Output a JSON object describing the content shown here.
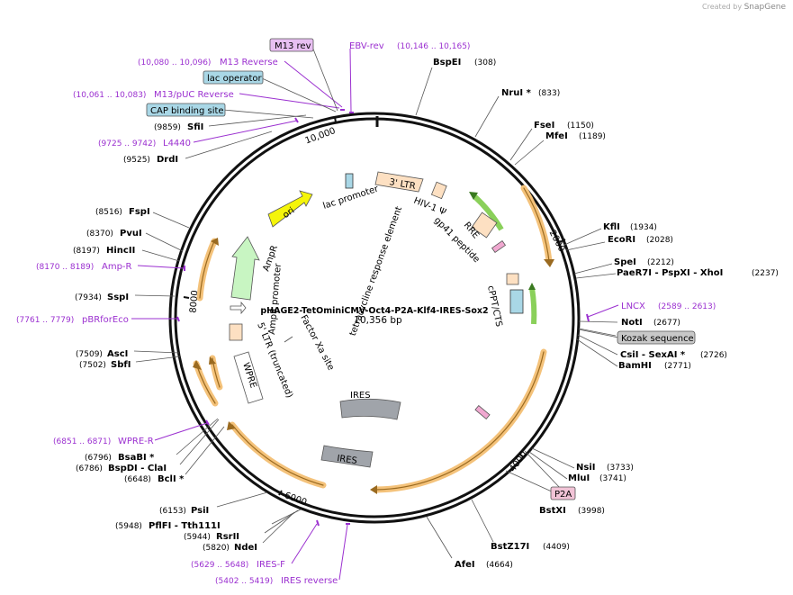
{
  "credit": {
    "created_by": "Created by",
    "brand": "SnapGene"
  },
  "plasmid": {
    "name": "pHAGE2-TetOminiCMV-Oct4-P2A-Klf4-IRES-Sox2",
    "size": "10,356 bp",
    "length_bp": 10356
  },
  "ticks": [
    "2000",
    "4000",
    "6000",
    "8000",
    "10,000"
  ],
  "sites": [
    {
      "name": "BspEI",
      "pos": "(308)",
      "bp": 308
    },
    {
      "name": "NruI *",
      "pos": "(833)",
      "bp": 833
    },
    {
      "name": "FseI",
      "pos": "(1150)",
      "bp": 1150
    },
    {
      "name": "MfeI",
      "pos": "(1189)",
      "bp": 1189
    },
    {
      "name": "KflI",
      "pos": "(1934)",
      "bp": 1934
    },
    {
      "name": "EcoRI",
      "pos": "(2028)",
      "bp": 2028
    },
    {
      "name": "SpeI",
      "pos": "(2212)",
      "bp": 2212
    },
    {
      "name": "PaeR7I - PspXI - XhoI",
      "pos": "(2237)",
      "bp": 2237
    },
    {
      "name": "NotI",
      "pos": "(2677)",
      "bp": 2677
    },
    {
      "name": "CsiI - SexAI *",
      "pos": "(2726)",
      "bp": 2726
    },
    {
      "name": "BamHI",
      "pos": "(2771)",
      "bp": 2771
    },
    {
      "name": "NsiI",
      "pos": "(3733)",
      "bp": 3733
    },
    {
      "name": "MluI",
      "pos": "(3741)",
      "bp": 3741
    },
    {
      "name": "BstXI",
      "pos": "(3998)",
      "bp": 3998
    },
    {
      "name": "BstZ17I",
      "pos": "(4409)",
      "bp": 4409
    },
    {
      "name": "AfeI",
      "pos": "(4664)",
      "bp": 4664
    },
    {
      "name": "NdeI",
      "pos": "(5820)",
      "bp": 5820
    },
    {
      "name": "RsrII",
      "pos": "(5944)",
      "bp": 5944
    },
    {
      "name": "PflFI - Tth111I",
      "pos": "(5948)",
      "bp": 5948
    },
    {
      "name": "PsiI",
      "pos": "(6153)",
      "bp": 6153
    },
    {
      "name": "BclI *",
      "pos": "(6648)",
      "bp": 6648
    },
    {
      "name": "BspDI - ClaI",
      "pos": "(6786)",
      "bp": 6786
    },
    {
      "name": "BsaBI *",
      "pos": "(6796)",
      "bp": 6796
    },
    {
      "name": "SbfI",
      "pos": "(7502)",
      "bp": 7502
    },
    {
      "name": "AscI",
      "pos": "(7509)",
      "bp": 7509
    },
    {
      "name": "SspI",
      "pos": "(7934)",
      "bp": 7934
    },
    {
      "name": "HincII",
      "pos": "(8197)",
      "bp": 8197
    },
    {
      "name": "PvuI",
      "pos": "(8370)",
      "bp": 8370
    },
    {
      "name": "FspI",
      "pos": "(8516)",
      "bp": 8516
    },
    {
      "name": "DrdI",
      "pos": "(9525)",
      "bp": 9525
    },
    {
      "name": "SfiI",
      "pos": "(9859)",
      "bp": 9859
    }
  ],
  "primers": [
    {
      "name": "EBV-rev",
      "pos": "(10,146 .. 10,165)"
    },
    {
      "name": "M13 Reverse",
      "pos": "(10,080 .. 10,096)"
    },
    {
      "name": "M13/pUC Reverse",
      "pos": "(10,061 .. 10,083)"
    },
    {
      "name": "L4440",
      "pos": "(9725 .. 9742)"
    },
    {
      "name": "Amp-R",
      "pos": "(8170 .. 8189)"
    },
    {
      "name": "pBRforEco",
      "pos": "(7761 .. 7779)"
    },
    {
      "name": "WPRE-R",
      "pos": "(6851 .. 6871)"
    },
    {
      "name": "IRES-F",
      "pos": "(5629 .. 5648)"
    },
    {
      "name": "IRES reverse",
      "pos": "(5402 .. 5419)"
    },
    {
      "name": "LNCX",
      "pos": "(2589 .. 2613)"
    }
  ],
  "boxed_labels": {
    "m13_rev": "M13 rev",
    "lac_operator": "lac operator",
    "cap_site": "CAP binding site",
    "kozak": "Kozak sequence",
    "p2a": "P2A"
  },
  "features": {
    "ltr3": "3' LTR",
    "hiv_psi": "HIV-1 Ψ",
    "rre": "RRE",
    "gp41": "gp41 peptide",
    "cppt": "cPPT/CTS",
    "tre": "tetracycline response element",
    "ires1": "IRES",
    "ires2": "IRES",
    "wpre": "WPRE",
    "ltr5": "5' LTR (truncated)",
    "factor_xa": "Factor Xa site",
    "ampr_promoter": "AmpR promoter",
    "ampr": "AmpR",
    "ori": "ori",
    "lac_promoter": "lac promoter"
  },
  "colors": {
    "backbone": "#111111",
    "primer": "#9b30d0",
    "orf_fill": "#f4c27a",
    "orf_stroke": "#d8902a",
    "ltr_fill": "#fde0c2",
    "green_arrow": "#8ad05a",
    "ori": "#f5f50a",
    "ampr": "#c8f5c2",
    "ires": "#a0a4aa",
    "misc_box": "#a9d7e6",
    "m13_box": "#e8bff2",
    "p2a_box": "#f1c3d6",
    "kozak_box": "#c8c8c8"
  }
}
